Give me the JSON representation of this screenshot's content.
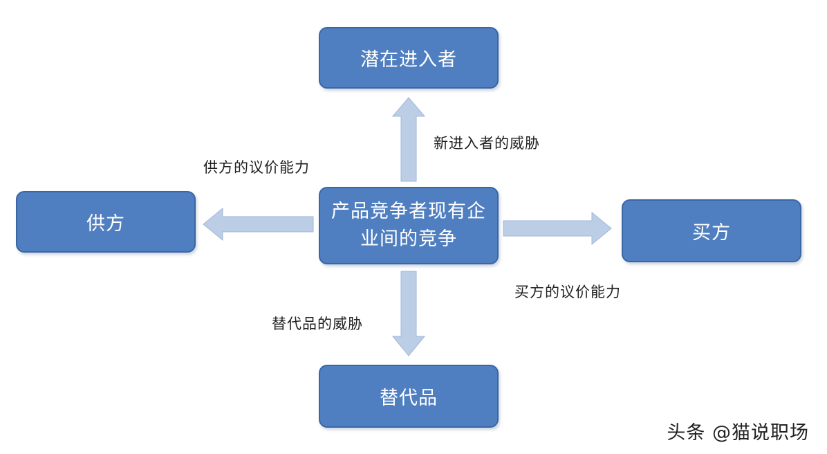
{
  "nodes": {
    "potential_entrants": "潜在进入者",
    "suppliers": "供方",
    "center": "产品竞争者现有企\n业间的竞争",
    "buyers": "买方",
    "substitutes": "替代品"
  },
  "edge_labels": {
    "new_entrant_threat": "新进入者的威胁",
    "supplier_power": "供方的议价能力",
    "buyer_power": "买方的议价能力",
    "substitute_threat": "替代品的威胁"
  },
  "colors": {
    "node_fill": "#4f7fc0",
    "node_border": "#3a66a3",
    "arrow_fill": "#bccde6",
    "arrow_stroke": "#9fb6d8"
  },
  "watermark": "头条 @猫说职场"
}
